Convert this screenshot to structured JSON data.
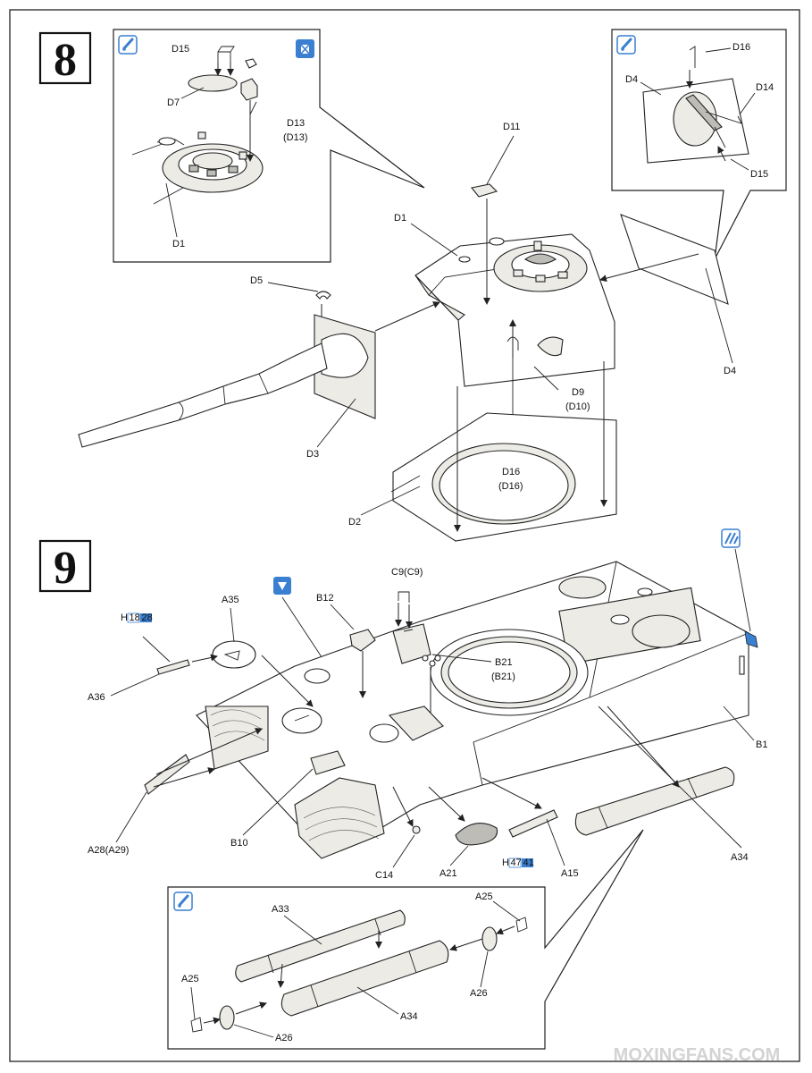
{
  "page": {
    "watermark": "MOXINGFANS.COM"
  },
  "colors": {
    "icon_blue": "#3a7fd0",
    "icon_bg": "#ffffff",
    "line": "#222222",
    "tint": "#ecebe6"
  },
  "step8": {
    "number": "8",
    "inset_left": {
      "icon": "glue-icon",
      "icon2": "no-glue-icon",
      "labels": {
        "d15": "D15",
        "d7": "D7",
        "d13": "D13",
        "d13b": "(D13)",
        "d1": "D1"
      }
    },
    "inset_right": {
      "icon": "glue-icon",
      "labels": {
        "d16": "D16",
        "d4": "D4",
        "d14": "D14",
        "d15": "D15"
      }
    },
    "main": {
      "labels": {
        "d11": "D11",
        "d1": "D1",
        "d5": "D5",
        "d3": "D3",
        "d4": "D4",
        "d9": "D9",
        "d10": "(D10)",
        "d16": "D16",
        "d16b": "(D16)",
        "d2": "D2"
      }
    }
  },
  "step9": {
    "number": "9",
    "icons": {
      "top_right": "paint-stripes-icon",
      "cement": "cement-icon"
    },
    "badges": {
      "h18": {
        "letter": "H",
        "a": "18",
        "b": "28"
      },
      "h47": {
        "letter": "H",
        "a": "47",
        "b": "41"
      }
    },
    "labels": {
      "c9": "C9(C9)",
      "a35": "A35",
      "b12": "B12",
      "a36": "A36",
      "b21": "B21",
      "b21b": "(B21)",
      "b1": "B1",
      "a28": "A28(A29)",
      "b10": "B10",
      "c14": "C14",
      "a21": "A21",
      "a15": "A15",
      "a34": "A34"
    },
    "inset": {
      "icon": "glue-icon",
      "labels": {
        "a33": "A33",
        "a25a": "A25",
        "a25b": "A25",
        "a26a": "A26",
        "a26b": "A26",
        "a34": "A34"
      }
    }
  }
}
